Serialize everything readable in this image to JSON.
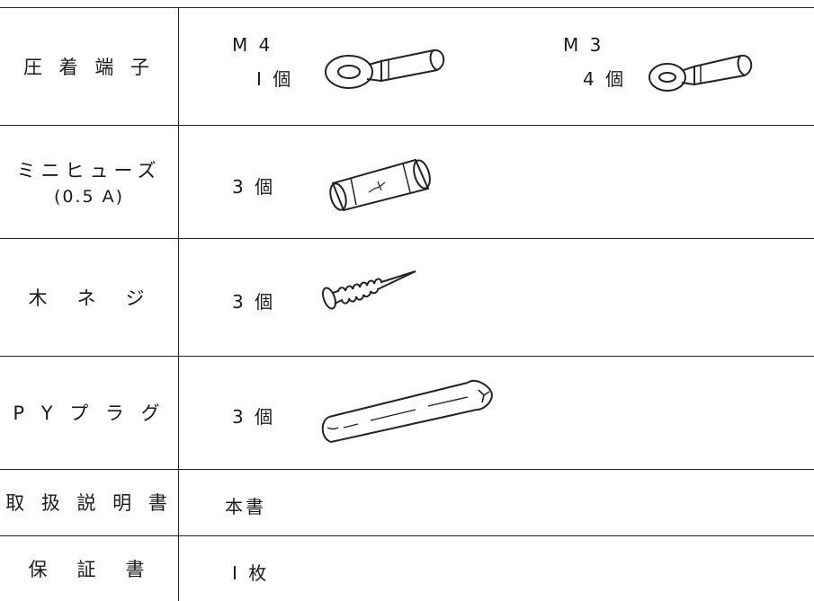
{
  "rows": [
    {
      "label": "圧 着 端 子",
      "items": [
        {
          "spec": "M 4",
          "qty": "I 個",
          "icon": "ring-terminal-large-icon"
        },
        {
          "spec": "M 3",
          "qty": "4 個",
          "icon": "ring-terminal-small-icon"
        }
      ]
    },
    {
      "label": "ミニヒューズ",
      "sublabel": "(0.5 A)",
      "items": [
        {
          "qty": "3 個",
          "icon": "mini-fuse-icon"
        }
      ]
    },
    {
      "label": "木　ネ　ジ",
      "items": [
        {
          "qty": "3 個",
          "icon": "wood-screw-icon"
        }
      ]
    },
    {
      "label": "P Y プ ラ グ",
      "items": [
        {
          "qty": "3 個",
          "icon": "py-plug-icon"
        }
      ]
    },
    {
      "label": "取 扱 説 明 書",
      "items": [
        {
          "qty": "本書"
        }
      ]
    },
    {
      "label": "保　証　書",
      "items": [
        {
          "qty": "I 枚"
        }
      ]
    }
  ]
}
